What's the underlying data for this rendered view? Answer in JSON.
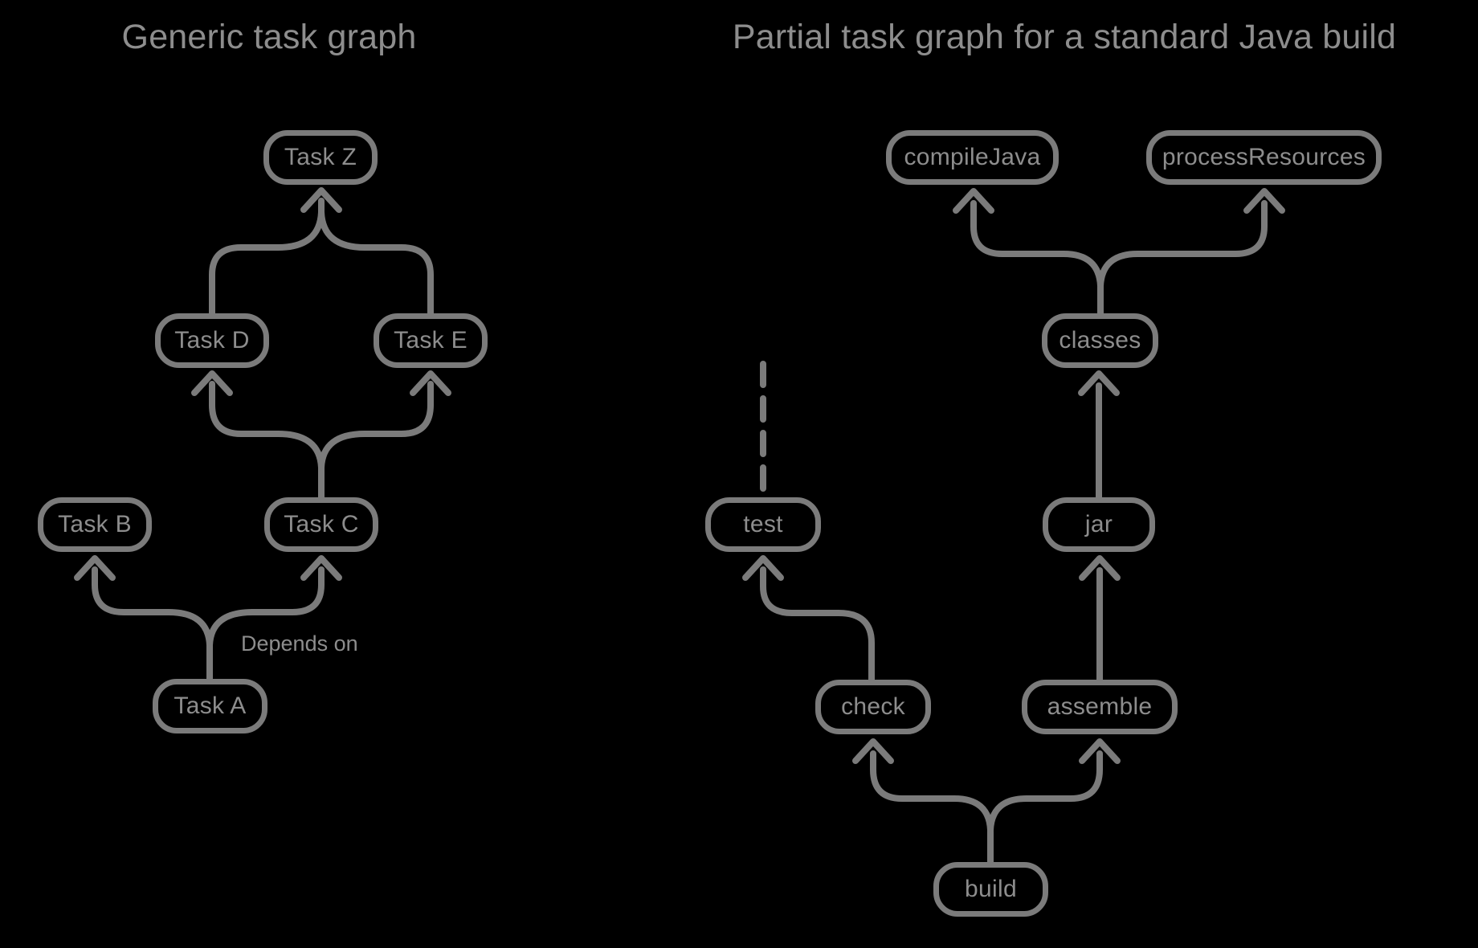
{
  "colors": {
    "background": "#000000",
    "stroke": "#7b7b7b",
    "node_text": "#8d8d8d",
    "title_text": "#8d8d8d"
  },
  "left_graph": {
    "title": "Generic task graph",
    "edge_label": "Depends on",
    "nodes": {
      "task_z": "Task Z",
      "task_d": "Task D",
      "task_e": "Task E",
      "task_b": "Task B",
      "task_c": "Task C",
      "task_a": "Task A"
    },
    "edges": [
      {
        "from": "Task A",
        "to": "Task B"
      },
      {
        "from": "Task A",
        "to": "Task C"
      },
      {
        "from": "Task C",
        "to": "Task D"
      },
      {
        "from": "Task C",
        "to": "Task E"
      },
      {
        "from": "Task D",
        "to": "Task Z"
      },
      {
        "from": "Task E",
        "to": "Task Z"
      }
    ]
  },
  "right_graph": {
    "title": "Partial task graph for a standard Java build",
    "nodes": {
      "compile_java": "compileJava",
      "process_resources": "processResources",
      "classes": "classes",
      "test": "test",
      "jar": "jar",
      "check": "check",
      "assemble": "assemble",
      "build": "build"
    },
    "edges": [
      {
        "from": "build",
        "to": "check"
      },
      {
        "from": "build",
        "to": "assemble"
      },
      {
        "from": "check",
        "to": "test"
      },
      {
        "from": "assemble",
        "to": "jar"
      },
      {
        "from": "jar",
        "to": "classes"
      },
      {
        "from": "classes",
        "to": "compileJava"
      },
      {
        "from": "classes",
        "to": "processResources"
      },
      {
        "from": "test",
        "to": null,
        "style": "dashed-truncated"
      }
    ]
  }
}
